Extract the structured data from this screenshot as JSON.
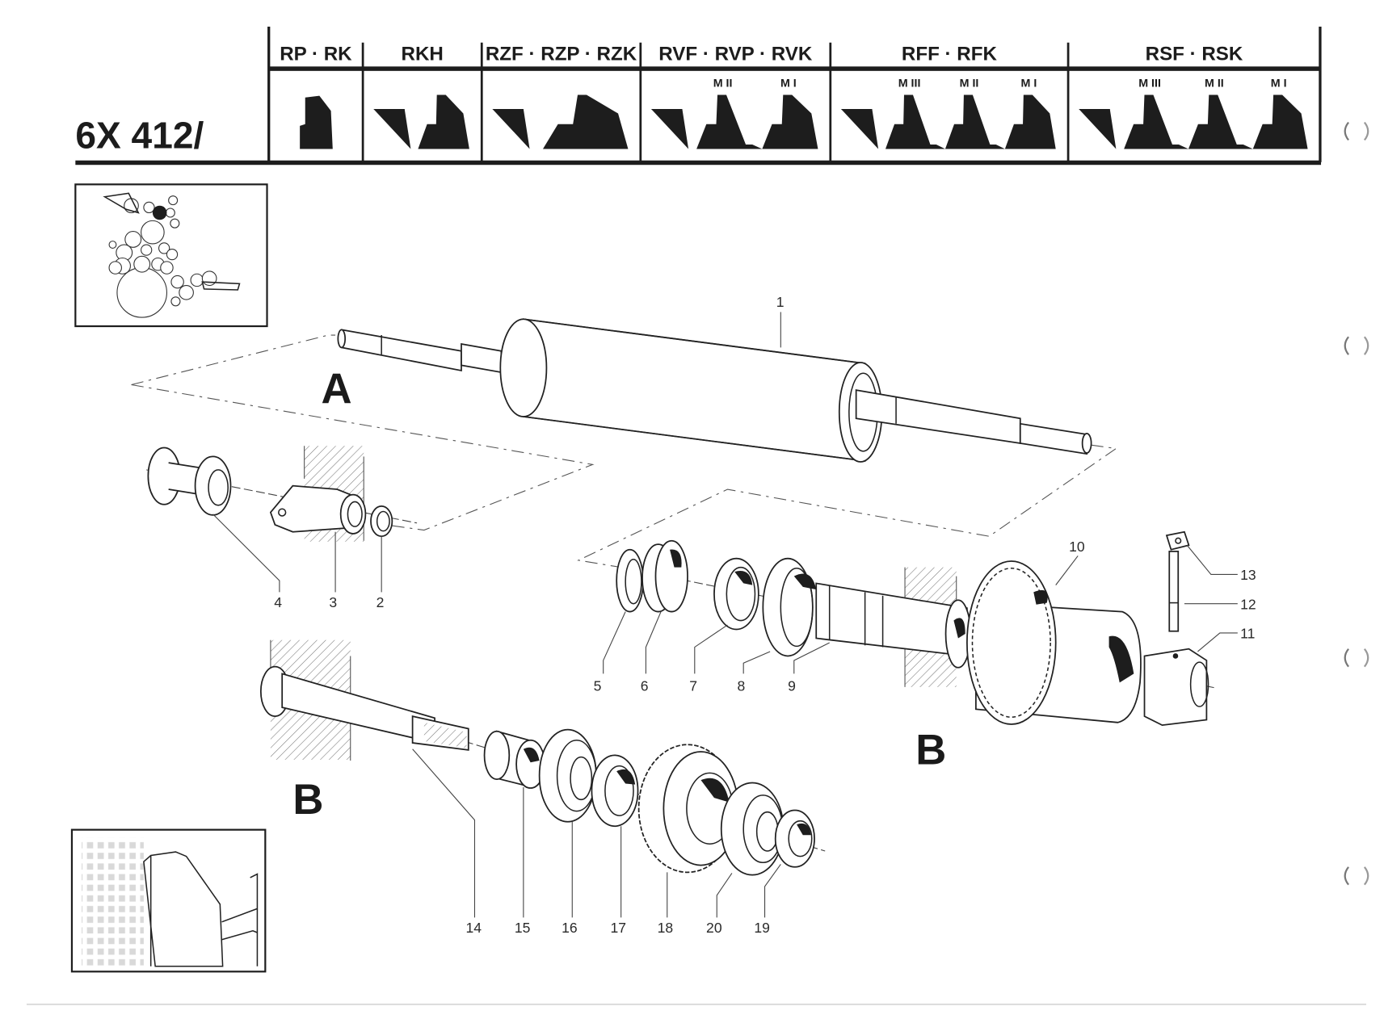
{
  "document": {
    "model_number": "6X 412/",
    "header_columns": [
      {
        "label": "RP · RK",
        "stages": []
      },
      {
        "label": "RKH",
        "stages": []
      },
      {
        "label": "RZF · RZP · RZK",
        "stages": []
      },
      {
        "label": "RVF · RVP · RVK",
        "stages": [
          "M II",
          "M I"
        ]
      },
      {
        "label": "RFF · RFK",
        "stages": [
          "M III",
          "M II",
          "M I"
        ]
      },
      {
        "label": "RSF · RSK",
        "stages": [
          "M III",
          "M II",
          "M I"
        ]
      }
    ],
    "section_labels": {
      "a": "A",
      "b_upper": "B",
      "b_lower": "B"
    },
    "callouts": {
      "p1": "1",
      "p2": "2",
      "p3": "3",
      "p4": "4",
      "p5": "5",
      "p6": "6",
      "p7": "7",
      "p8": "8",
      "p9": "9",
      "p10": "10",
      "p11": "11",
      "p12": "12",
      "p13": "13",
      "p14": "14",
      "p15": "15",
      "p16": "16",
      "p17": "17",
      "p18": "18",
      "p19": "19",
      "p20": "20"
    },
    "binder_holes": 4,
    "colors": {
      "ink": "#1d1d1d",
      "paper": "#ffffff",
      "highlight_roller": "#1d1d1d"
    }
  }
}
